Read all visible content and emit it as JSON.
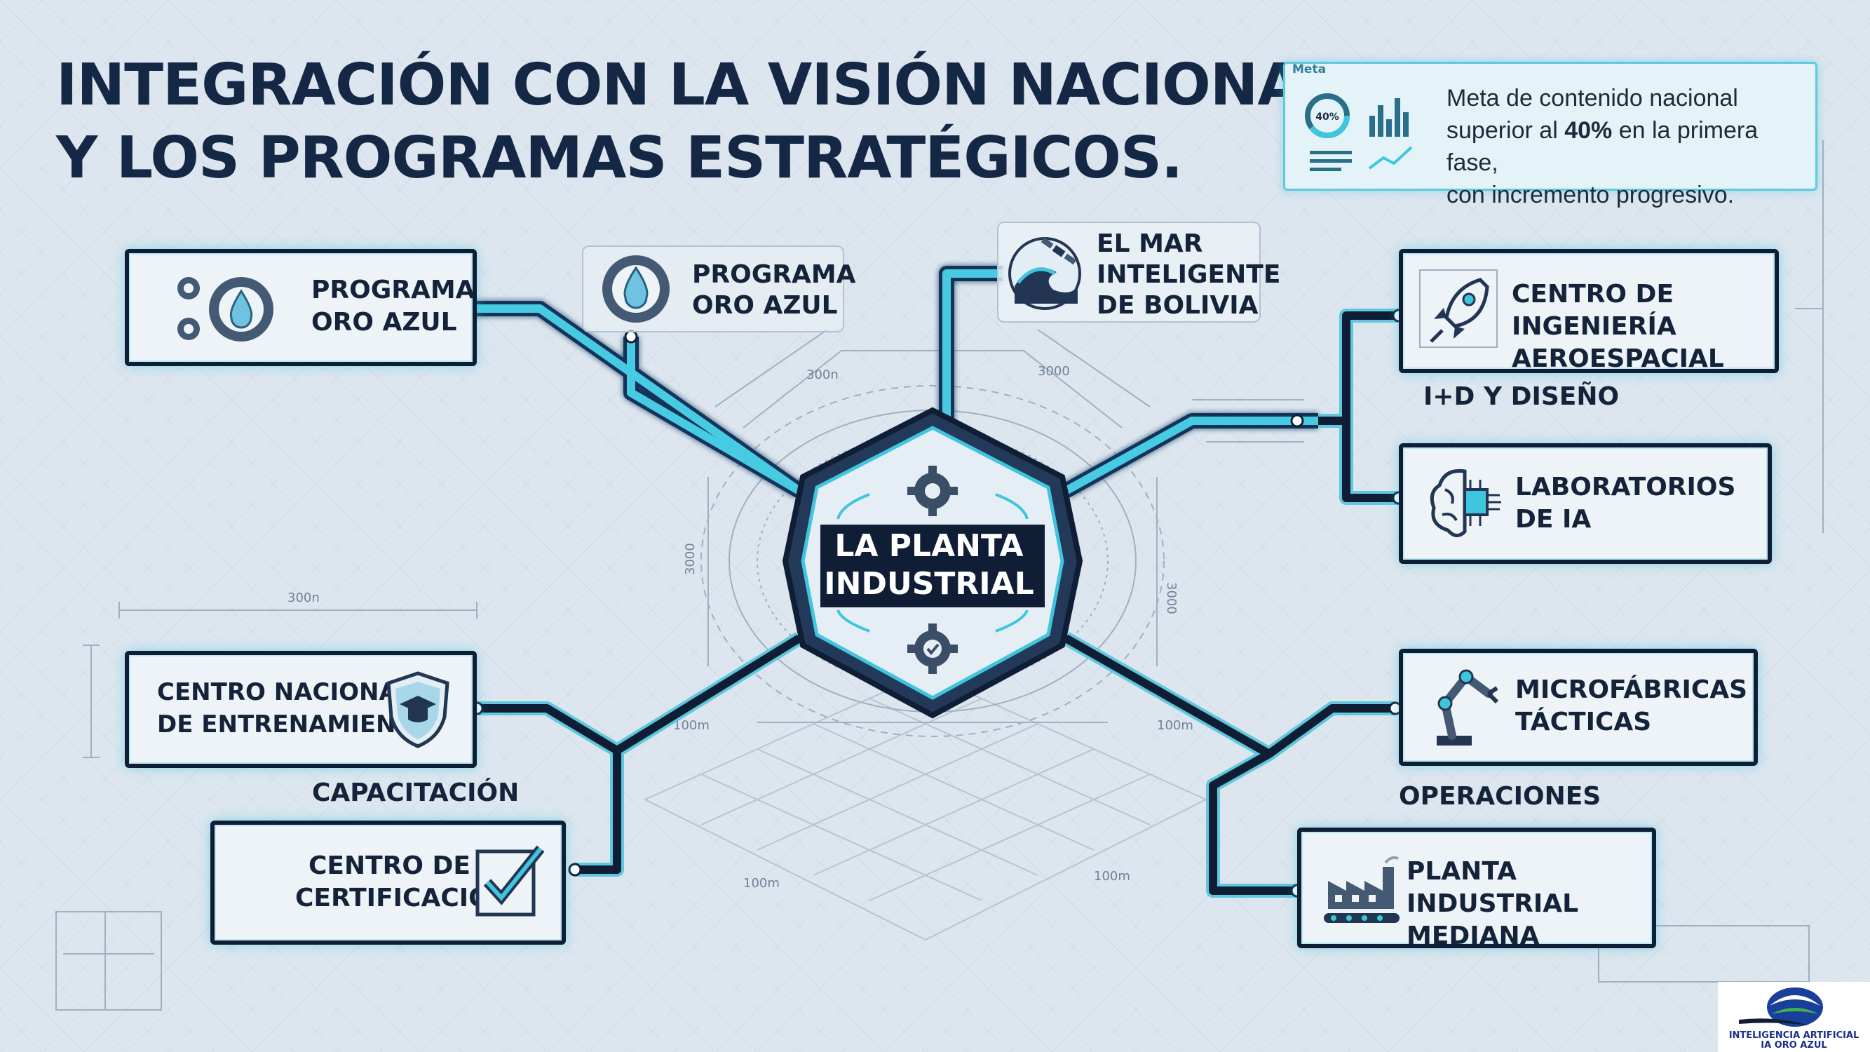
{
  "title": {
    "line1": "INTEGRACIÓN CON LA VISIÓN NACIONAL",
    "line2": "Y LOS PROGRAMAS ESTRATÉGICOS."
  },
  "meta": {
    "tab": "Meta",
    "line1": "Meta de contenido nacional",
    "line2_pre": "superior al ",
    "line2_bold": "40%",
    "line2_post": " en la primera fase,",
    "line3": "con incremento progresivo.",
    "gauge_label": "40%"
  },
  "center": {
    "line1": "LA PLANTA",
    "line2": "INDUSTRIAL"
  },
  "nodes": {
    "oro_azul_card": {
      "line1": "PROGRAMA",
      "line2": "ORO AZUL",
      "icon": "gears-water-drop-icon"
    },
    "oro_azul_plain": {
      "line1": "PROGRAMA",
      "line2": "ORO AZUL",
      "icon": "gear-water-drop-icon"
    },
    "mar_inteligente": {
      "line1": "EL MAR",
      "line2": "INTELIGENTE",
      "line3": "DE BOLIVIA",
      "icon": "wave-satellite-icon"
    },
    "aeroespacial": {
      "line1": "CENTRO DE INGENIERÍA",
      "line2": "AEROESPACIAL",
      "icon": "rocket-icon"
    },
    "laboratorios": {
      "line1": "LABORATORIOS",
      "line2": "DE IA",
      "icon": "brain-chip-icon"
    },
    "entrenamiento": {
      "line1": "CENTRO NACIONAL",
      "line2": "DE ENTRENAMIENTO",
      "icon": "shield-graduation-icon"
    },
    "certificacion": {
      "line1": "CENTRO DE",
      "line2": "CERTIFICACIÓN",
      "icon": "checkbox-icon"
    },
    "microfabricas": {
      "line1": "MICROFÁBRICAS",
      "line2": "TÁCTICAS",
      "icon": "robot-arm-icon"
    },
    "planta_mediana": {
      "line1": "PLANTA INDUSTRIAL",
      "line2": "MEDIANA",
      "icon": "factory-icon"
    }
  },
  "sections": {
    "id_diseno": "I+D Y DISEÑO",
    "capacitacion": "CAPACITACIÓN",
    "operaciones": "OPERACIONES"
  },
  "blueprint_marks": [
    "300n",
    "3000",
    "3000",
    "3000",
    "300n",
    "100m",
    "100m",
    "100m",
    "100m"
  ],
  "logo": {
    "line1": "INTELIGENCIA ARTIFICIAL",
    "line2": "IA ORO AZUL"
  },
  "colors": {
    "navy": "#0f1e35",
    "cyan": "#3fc6de",
    "background": "#dde6ee",
    "text": "#14233a"
  }
}
